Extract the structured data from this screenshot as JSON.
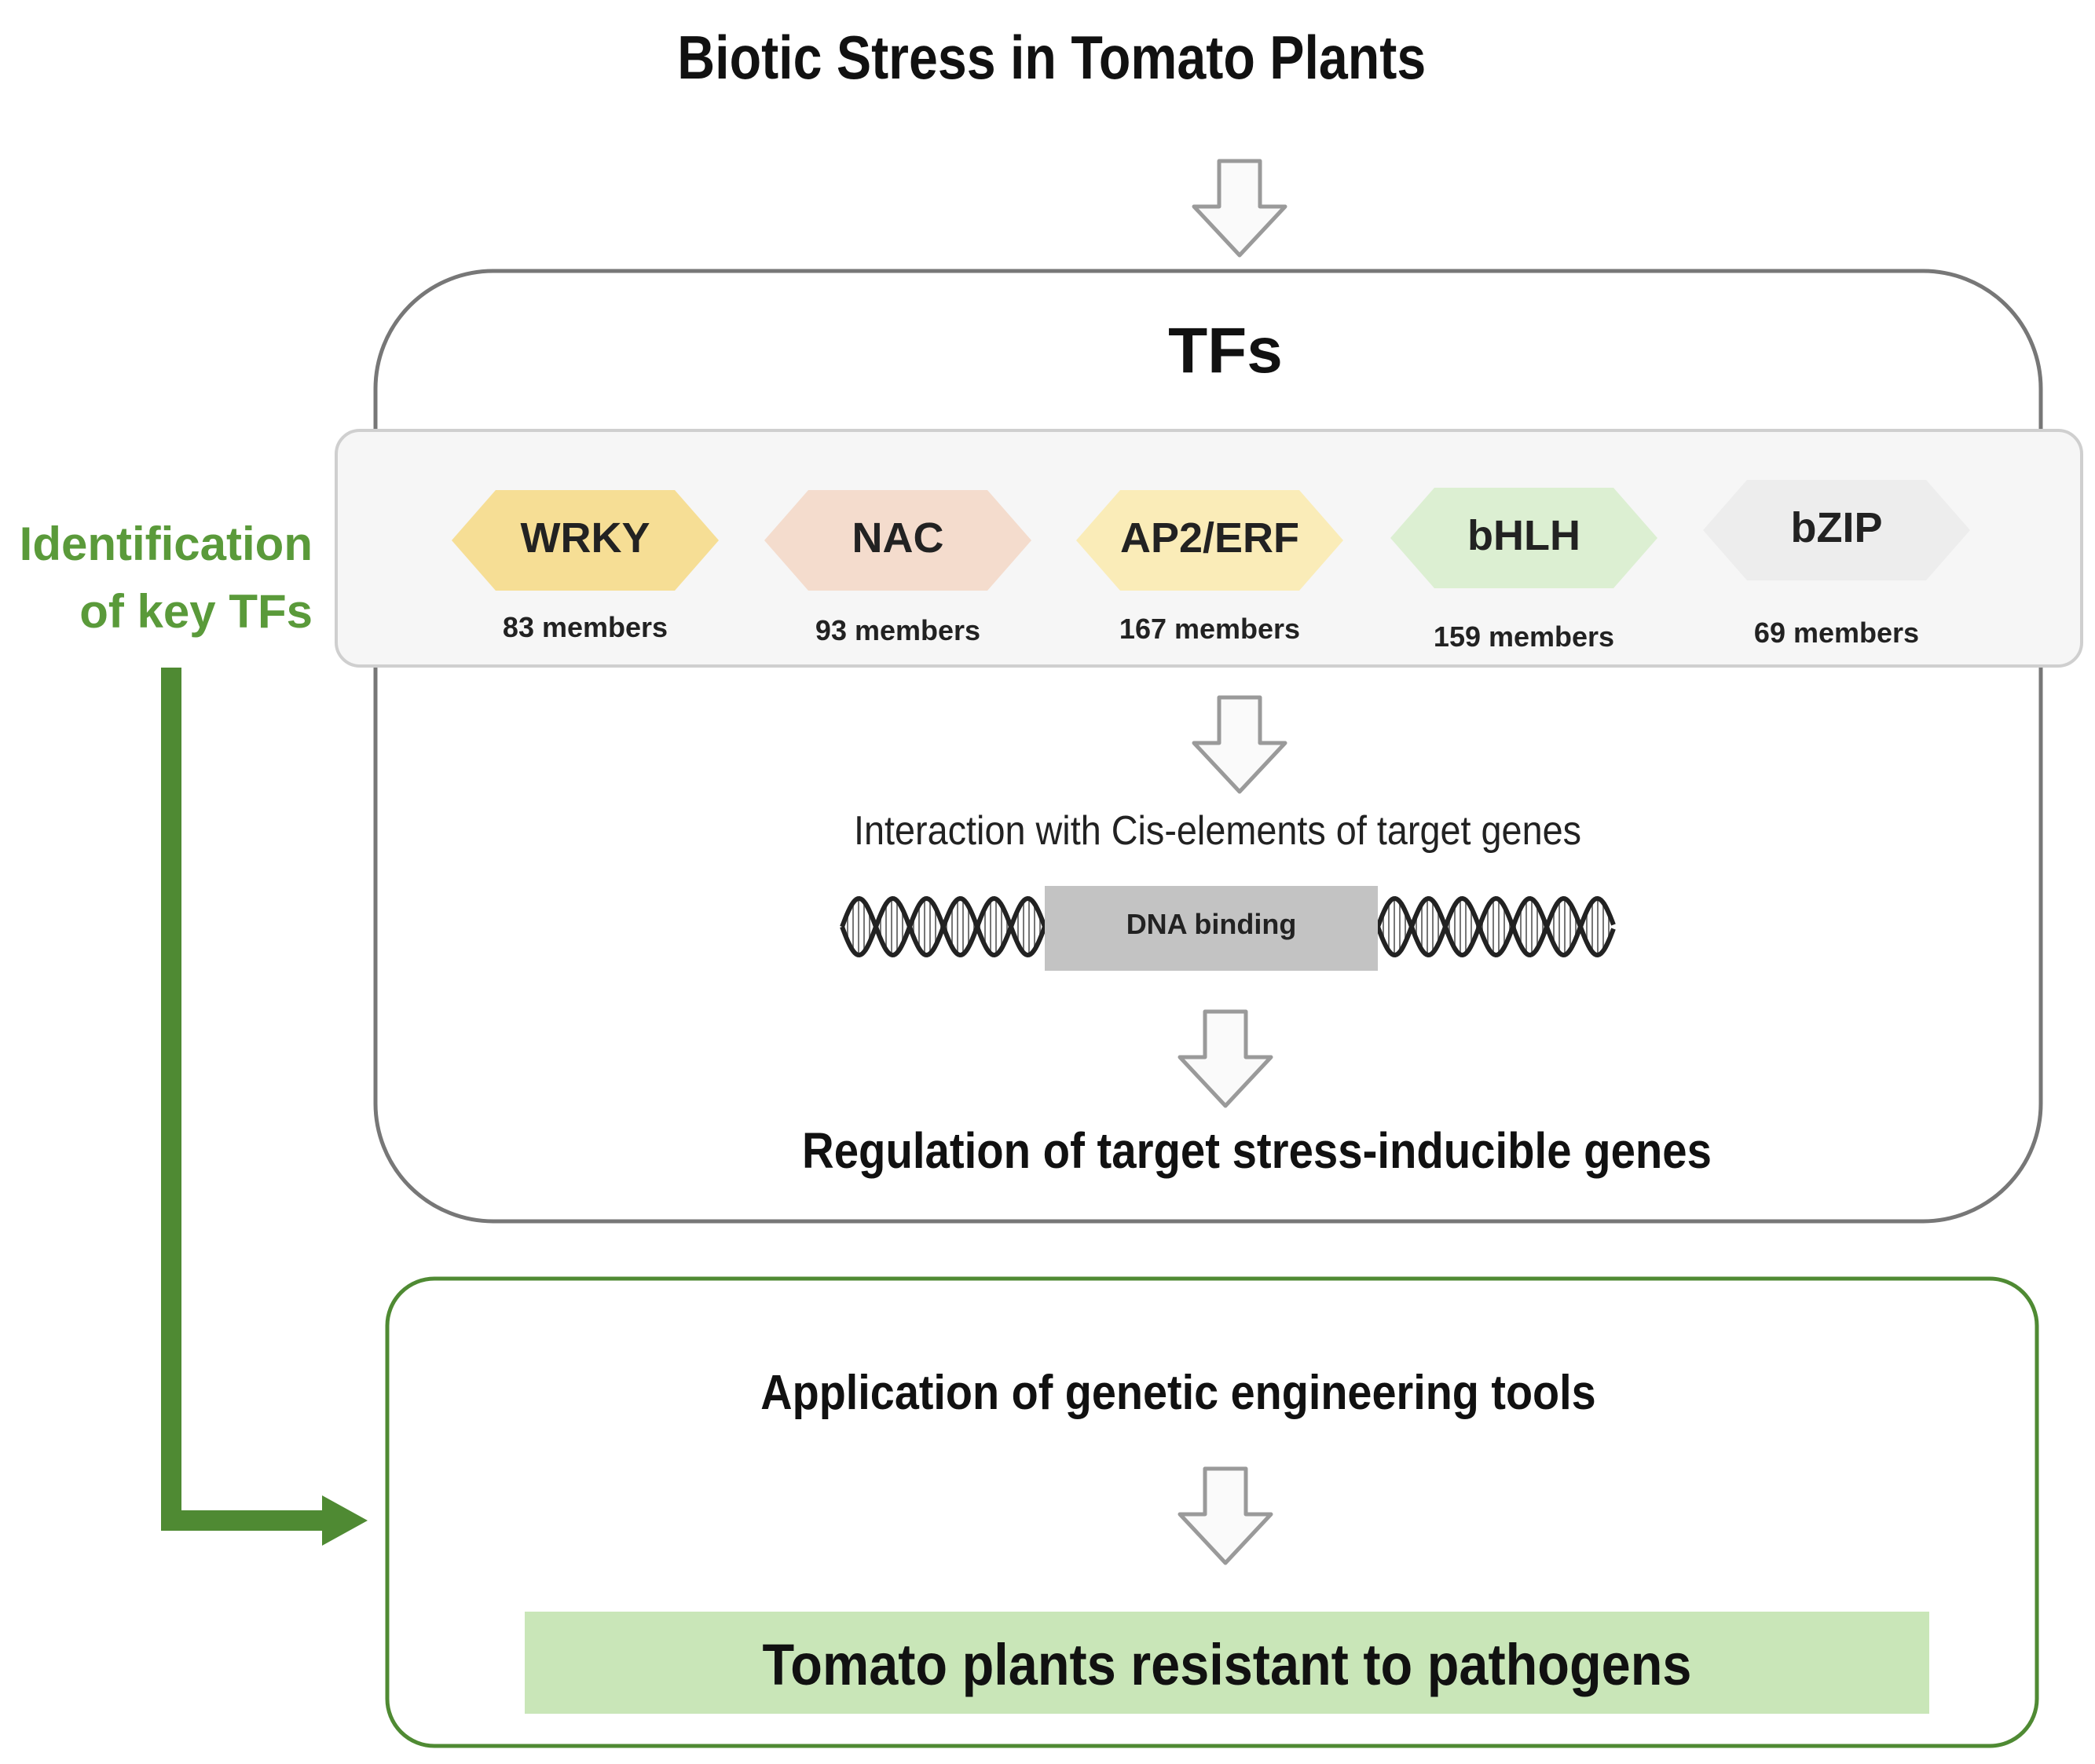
{
  "title": "Biotic Stress in Tomato Plants",
  "tfs_box": {
    "title": "TFs",
    "families": [
      {
        "name": "WRKY",
        "members": "83 members",
        "color": "#f6de95"
      },
      {
        "name": "NAC",
        "members": "93 members",
        "color": "#f4dccd"
      },
      {
        "name": "AP2/ERF",
        "members": "167 members",
        "color": "#faecb8"
      },
      {
        "name": "bHLH",
        "members": "159 members",
        "color": "#dcefd2"
      },
      {
        "name": "bZIP",
        "members": "69 members",
        "color": "#ededed"
      }
    ],
    "interaction_text": "Interaction with Cis-elements of target genes",
    "dna_binding_label": "DNA binding",
    "regulation_text": "Regulation of target stress-inducible genes"
  },
  "side_label": {
    "line1": "Identification",
    "line2": "of key TFs",
    "color": "#5a9a3a"
  },
  "engineering_box": {
    "application_text": "Application of genetic engineering tools",
    "result_text": "Tomato plants resistant to pathogens",
    "border_color": "#4f8a33",
    "result_fill": "#c9e6b8"
  }
}
